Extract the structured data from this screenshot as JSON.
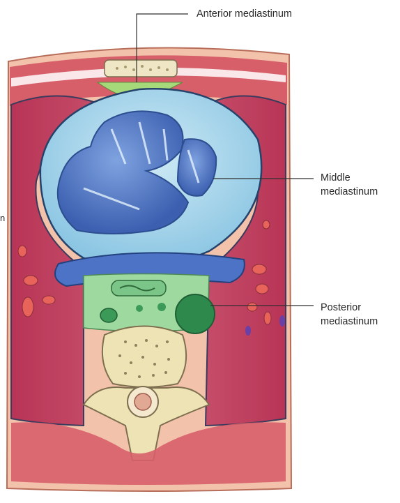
{
  "labels": {
    "anterior": "Anterior mediastinum",
    "middle_line1": "Middle",
    "middle_line2": "mediastinum",
    "posterior_line1": "Posterior",
    "posterior_line2": "mediastinum",
    "left_fragment": "n"
  },
  "colors": {
    "skin": "#f3c2aa",
    "muscle": "#c9475f",
    "lung": "#bd3858",
    "pericardium": "#9fd3ea",
    "heart": "#4f76c6",
    "anterior_mediastinum": "#a6d97a",
    "posterior_mediastinum": "#9ed9a0",
    "bone": "#eee3b4"
  }
}
